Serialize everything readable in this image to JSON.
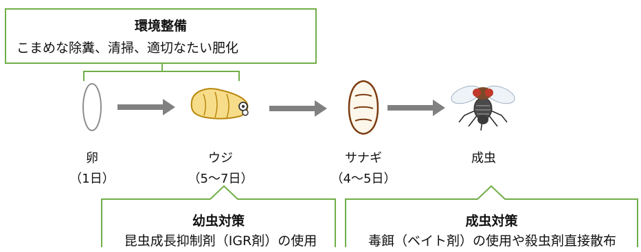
{
  "colors": {
    "box_border": "#70ad47",
    "arrow": "#808080",
    "egg": "#8c8c8c",
    "larva_fill": "#f7dd8a",
    "larva_stroke": "#b8860b",
    "pupa_fill": "#fdf6ea",
    "pupa_stroke": "#7a3b10"
  },
  "environment_box": {
    "title": "環境整備",
    "body": "こまめな除糞、清掃、適切なたい肥化"
  },
  "stages": [
    {
      "name": "卵",
      "days": "（1日）",
      "icon": "egg-icon"
    },
    {
      "name": "ウジ",
      "days": "（5～7日）",
      "icon": "larva-icon"
    },
    {
      "name": "サナギ",
      "days": "（4～5日）",
      "icon": "pupa-icon"
    },
    {
      "name": "成虫",
      "days": "",
      "icon": "fly-icon"
    }
  ],
  "larva_box": {
    "title": "幼虫対策",
    "body": "昆虫成長抑制剤（IGR剤）の使用"
  },
  "adult_box": {
    "title": "成虫対策",
    "body": "毒餌（ベイト剤）の使用や殺虫剤直接散布"
  }
}
